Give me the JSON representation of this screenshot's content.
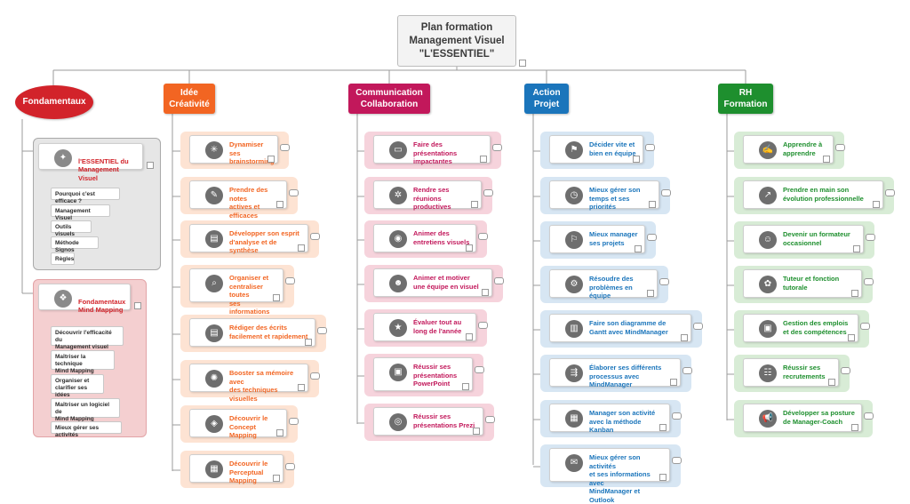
{
  "root": {
    "title": "Plan formation\nManagement Visuel\n\"L'ESSENTIEL\""
  },
  "colors": {
    "red": "#d2232a",
    "orange": "#f26522",
    "magenta": "#c2185b",
    "blue": "#1b75bb",
    "green": "#1e8f2e",
    "grey_bg": "#e6e6e6",
    "red_bg": "#f4cfd0",
    "orange_bg": "#fde3d3",
    "pink_bg": "#f6d3dc",
    "blue_bg": "#d7e6f3",
    "green_bg": "#d8ecd6"
  },
  "fondamentaux": {
    "label": "Fondamentaux",
    "groups": [
      {
        "title": "l'ESSENTIEL du\nManagement Visuel",
        "icon": "lightbulb-icon",
        "items": [
          "Pourquoi c'est efficace ?",
          "Management Visuel",
          "Outils visuels",
          "Méthode Signos",
          "Règles"
        ]
      },
      {
        "title": "Fondamentaux\nMind Mapping",
        "icon": "mindmap-icon",
        "items": [
          "Découvrir l'efficacité du\nManagement visuel",
          "Maîtriser la technique\nMind Mapping",
          "Organiser et\nclarifier ses idées",
          "Maîtriser un logiciel de\nMind Mapping",
          "Mieux gérer ses activités"
        ]
      }
    ]
  },
  "branches": [
    {
      "label": "Idée\nCréativité",
      "color": "orange",
      "items": [
        {
          "text": "Dynamiser ses\nbrainstorming",
          "icon": "network-icon"
        },
        {
          "text": "Prendre des notes\nactives et efficaces",
          "icon": "notes-icon"
        },
        {
          "text": "Développer son esprit\nd'analyse et de synthèse",
          "icon": "chart-icon"
        },
        {
          "text": "Organiser et\ncentraliser toutes\nses informations",
          "icon": "magnifier-icon"
        },
        {
          "text": "Rédiger des écrits\nfacilement et rapidement",
          "icon": "document-icon"
        },
        {
          "text": "Booster sa mémoire avec\ndes techniques visuelles",
          "icon": "brain-icon"
        },
        {
          "text": "Découvrir le\nConcept Mapping",
          "icon": "concept-map-icon"
        },
        {
          "text": "Découvrir le\nPerceptual Mapping",
          "icon": "perceptual-map-icon"
        }
      ]
    },
    {
      "label": "Communication\nCollaboration",
      "color": "magenta",
      "items": [
        {
          "text": "Faire des présentations\nimpactantes",
          "icon": "presentation-icon"
        },
        {
          "text": "Rendre ses réunions\nproductives",
          "icon": "meeting-icon"
        },
        {
          "text": "Animer des\nentretiens visuels",
          "icon": "interview-icon"
        },
        {
          "text": "Animer et motiver\nune équipe en visuel",
          "icon": "team-icon"
        },
        {
          "text": "Évaluer tout au\nlong de l'année",
          "icon": "evaluation-icon"
        },
        {
          "text": "Réussir ses\nprésentations\nPowerPoint",
          "icon": "powerpoint-icon"
        },
        {
          "text": "Réussir ses\nprésentations Prezi",
          "icon": "prezi-icon"
        }
      ]
    },
    {
      "label": "Action\nProjet",
      "color": "blue",
      "items": [
        {
          "text": "Décider vite et\nbien en équipe",
          "icon": "decision-icon"
        },
        {
          "text": "Mieux gérer son\ntemps et ses priorités",
          "icon": "clock-icon"
        },
        {
          "text": "Mieux manager\nses projets",
          "icon": "flag-icon"
        },
        {
          "text": "Résoudre des\nproblèmes en équipe",
          "icon": "problem-icon"
        },
        {
          "text": "Faire son diagramme de\nGantt avec MindManager",
          "icon": "gantt-icon"
        },
        {
          "text": "Élaborer ses différents\nprocessus avec MindManager",
          "icon": "process-icon"
        },
        {
          "text": "Manager son activité\navec la méthode Kanban",
          "icon": "kanban-icon"
        },
        {
          "text": "Mieux gérer son activités\net ses informations avec\nMindManager et Outlook",
          "icon": "outlook-icon"
        }
      ]
    },
    {
      "label": "RH\nFormation",
      "color": "green",
      "items": [
        {
          "text": "Apprendre à\napprendre",
          "icon": "learning-icon"
        },
        {
          "text": "Prendre en main son\névolution professionnelle",
          "icon": "career-icon"
        },
        {
          "text": "Devenir un formateur\noccasionnel",
          "icon": "trainer-icon"
        },
        {
          "text": "Tuteur et fonction\ntutorale",
          "icon": "tutor-icon"
        },
        {
          "text": "Gestion des emplois\net des compétences",
          "icon": "briefcase-icon"
        },
        {
          "text": "Réussir ses\nrecrutements",
          "icon": "recruitment-icon"
        },
        {
          "text": "Développer sa posture\nde Manager-Coach",
          "icon": "megaphone-icon"
        }
      ]
    }
  ]
}
